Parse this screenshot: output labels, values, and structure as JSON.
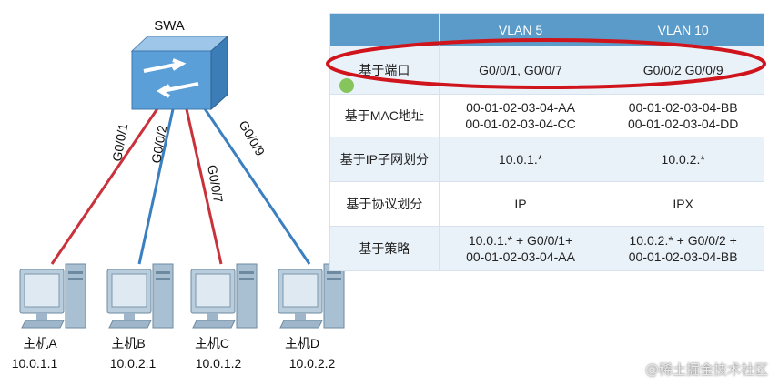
{
  "switch": {
    "name": "SWA"
  },
  "ports": [
    "G0/0/1",
    "G0/0/2",
    "G0/0/7",
    "G0/0/9"
  ],
  "hosts": [
    {
      "name": "主机A",
      "ip": "10.0.1.1",
      "vlan_color": "#c9323a"
    },
    {
      "name": "主机B",
      "ip": "10.0.2.1",
      "vlan_color": "#3a7fc0"
    },
    {
      "name": "主机C",
      "ip": "10.0.1.2",
      "vlan_color": "#c9323a"
    },
    {
      "name": "主机D",
      "ip": "10.0.2.2",
      "vlan_color": "#3a7fc0"
    }
  ],
  "table": {
    "headers": [
      "",
      "VLAN 5",
      "VLAN 10"
    ],
    "rows": [
      {
        "method": "基于端口",
        "vlan5": [
          "G0/0/1, G0/0/7"
        ],
        "vlan10": [
          "G0/0/2 G0/0/9"
        ]
      },
      {
        "method": "基于MAC地址",
        "vlan5": [
          "00-01-02-03-04-AA",
          "00-01-02-03-04-CC"
        ],
        "vlan10": [
          "00-01-02-03-04-BB",
          "00-01-02-03-04-DD"
        ]
      },
      {
        "method": "基于IP子网划分",
        "vlan5": [
          "10.0.1.*"
        ],
        "vlan10": [
          "10.0.2.*"
        ]
      },
      {
        "method": "基于协议划分",
        "vlan5": [
          "IP"
        ],
        "vlan10": [
          "IPX"
        ]
      },
      {
        "method": "基于策略",
        "vlan5": [
          "10.0.1.* + G0/0/1+",
          "00-01-02-03-04-AA"
        ],
        "vlan10": [
          "10.0.2.* + G0/0/2 +",
          "00-01-02-03-04-BB"
        ]
      }
    ]
  },
  "watermark": "@稀土掘金技术社区",
  "colors": {
    "vlan5_link": "#c9323a",
    "vlan10_link": "#3a7fc0",
    "highlight": "#d0141c",
    "header": "#5b9bc9"
  }
}
